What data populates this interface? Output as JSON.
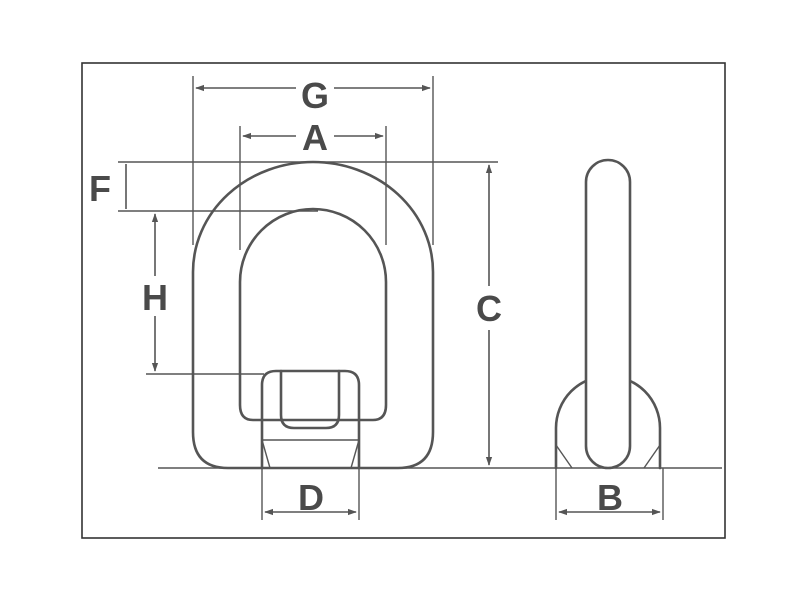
{
  "labels": {
    "G": "G",
    "A": "A",
    "F": "F",
    "H": "H",
    "C": "C",
    "D": "D",
    "B": "B"
  },
  "colors": {
    "line": "#555555",
    "label": "#4a4a4a",
    "frame": "#333333",
    "background": "#ffffff"
  }
}
